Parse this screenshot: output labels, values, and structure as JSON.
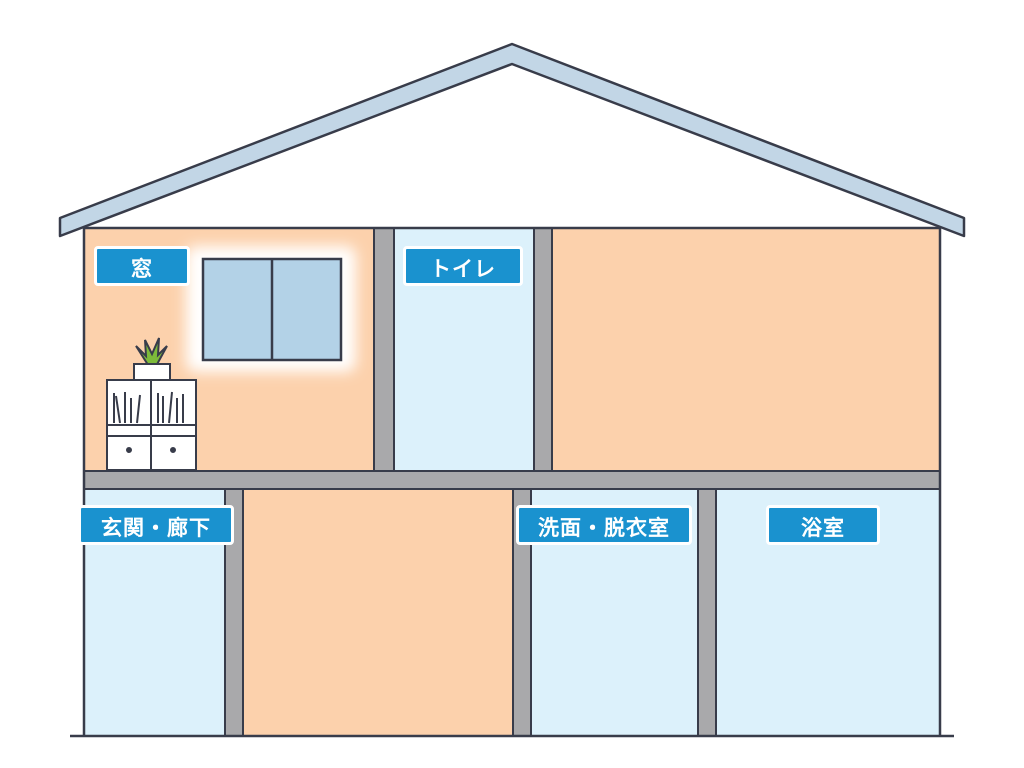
{
  "colors": {
    "outline": "#383c4a",
    "roof": "#c2d6e6",
    "wall": "#a9a9ab",
    "warm_room": "#fcd1ac",
    "cool_room": "#dcf1fb",
    "label_bg": "#1a92cf",
    "label_text": "#ffffff",
    "window_glass": "#b3d2e7",
    "door": "#f0d19b",
    "furniture": "#ffffff",
    "chair": "#f6d36d",
    "bed_frame": "#f3d193",
    "lamp_shade": "#fcf3a8",
    "pot": "#e23a26"
  },
  "labels": {
    "window": "窓",
    "toilet": "トイレ",
    "entrance_hallway": "玄関・廊下",
    "washroom": "洗面・脱衣室",
    "bathroom": "浴室"
  },
  "icons": [
    "window-icon",
    "toilet-icon",
    "plant-icon",
    "bookshelf-icon",
    "air-conditioner-icon",
    "bed-icon",
    "floor-lamp-icon",
    "door-icon",
    "pendant-light-icon",
    "bar-chair-icon",
    "kitchen-counter-icon",
    "pot-icon",
    "washing-machine-icon",
    "laundry-basket-icon",
    "shower-icon",
    "bathtub-icon",
    "bubbles-icon"
  ]
}
